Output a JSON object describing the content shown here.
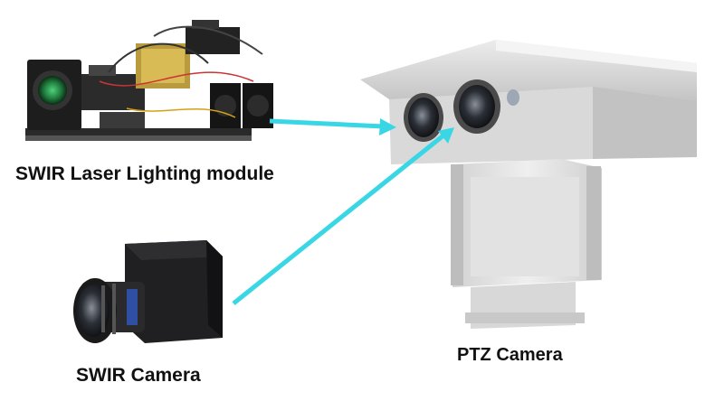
{
  "labels": {
    "laser_module": "SWIR Laser Lighting module",
    "swir_camera": "SWIR Camera",
    "ptz_camera": "PTZ Camera"
  },
  "colors": {
    "arrow": "#39d6e6",
    "housing": "#d6d6d6",
    "mount": "#e3e3e3",
    "camera_body": "#1c1c1e"
  },
  "icons": {
    "laser_module": "laser-module-illustration",
    "swir_camera": "swir-camera-illustration",
    "ptz_camera": "ptz-camera-illustration"
  }
}
